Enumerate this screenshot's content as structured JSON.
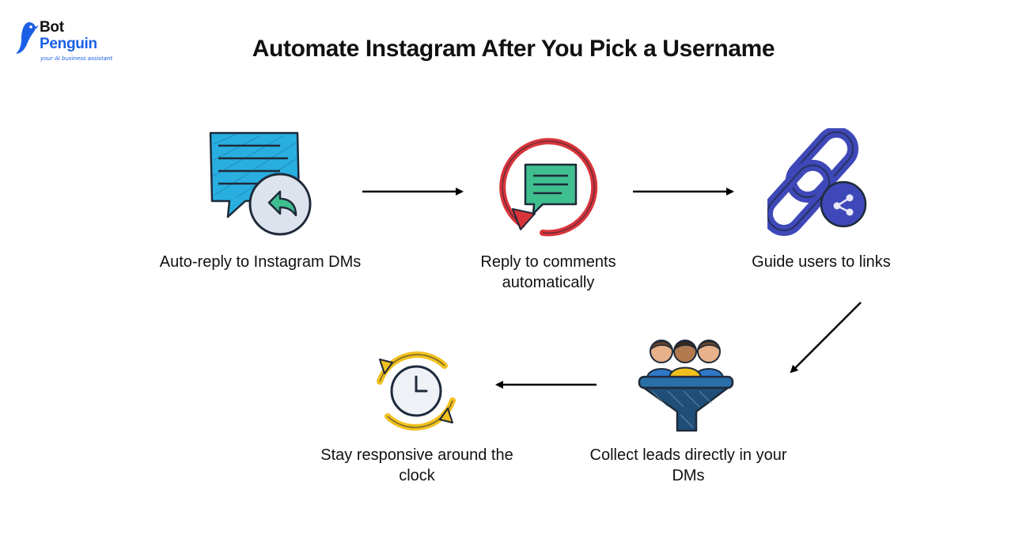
{
  "brand": {
    "word1": "Bot",
    "word2": "Penguin",
    "tagline": "your AI business assistant",
    "color": "#1a5fe6"
  },
  "title": "Automate Instagram After You Pick a Username",
  "steps": [
    {
      "label": "Auto-reply to Instagram DMs",
      "icon": "reply-message-icon"
    },
    {
      "label": "Reply to comments automatically",
      "icon": "comment-reply-icon"
    },
    {
      "label": "Guide users to links",
      "icon": "link-share-icon"
    },
    {
      "label": "Collect leads directly in your DMs",
      "icon": "lead-funnel-icon"
    },
    {
      "label": "Stay responsive around the clock",
      "icon": "clock-cycle-icon"
    }
  ],
  "colors": {
    "chat_blue": "#29aee0",
    "reply_green": "#3fbf8f",
    "ring_red": "#d9343b",
    "link_indigo": "#3f48b8",
    "funnel_navy": "#1f4f78",
    "clock_yellow": "#f2c01d"
  }
}
